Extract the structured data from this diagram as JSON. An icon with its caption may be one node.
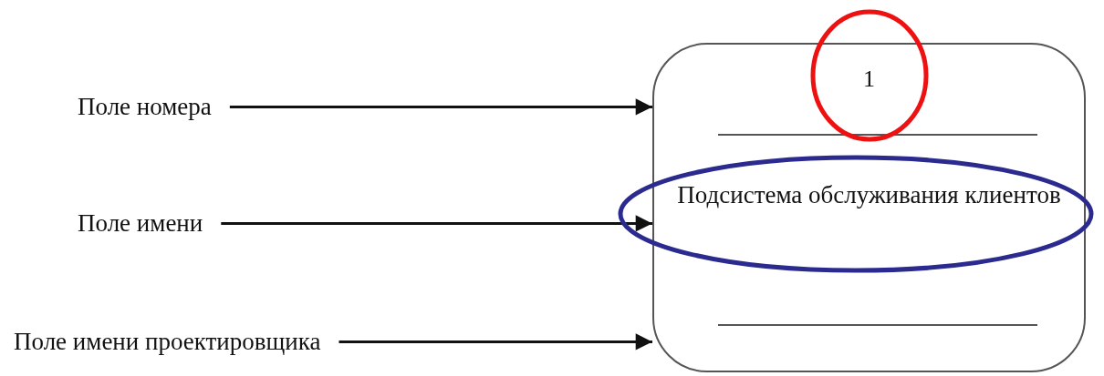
{
  "diagram": {
    "nodes": [
      {
        "text": [
          "Поле номера"
        ]
      },
      {
        "text": [
          "Поле имени"
        ]
      },
      {
        "text": [
          "Поле имени проектировщика"
        ]
      },
      {
        "text": [
          "1",
          "Подсистема обслуживания клиентов"
        ]
      }
    ],
    "edges": [
      {
        "from": 0,
        "to": 3,
        "arrow": "to"
      },
      {
        "from": 1,
        "to": 3,
        "arrow": "to"
      },
      {
        "from": 2,
        "to": 3,
        "arrow": "to"
      }
    ]
  }
}
